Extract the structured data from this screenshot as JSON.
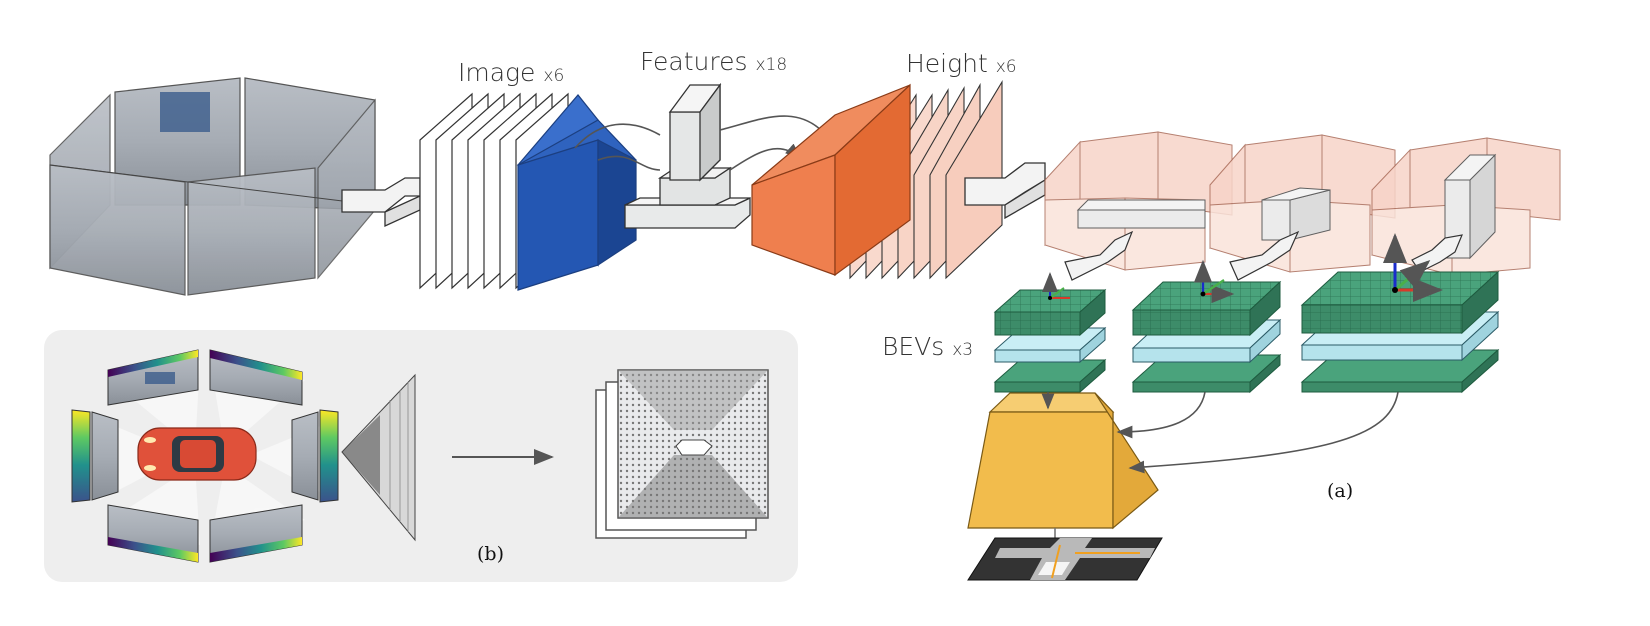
{
  "labels": {
    "image": "Image",
    "image_mult": "x6",
    "features": "Features",
    "features_mult": "x18",
    "height": "Height",
    "height_mult": "x6",
    "bevs": "BEVs",
    "bevs_mult": "x3",
    "panel_a": "(a)",
    "panel_b": "(b)"
  },
  "colors": {
    "image_block": "#2457b3",
    "height_block": "#ef7f4e",
    "height_planes": "#f7d2c5",
    "bev_green": "#4aa37c",
    "bev_light": "#c9eef5",
    "decoder": "#f2bc4c",
    "camera_panels": "#9aa0a8"
  }
}
